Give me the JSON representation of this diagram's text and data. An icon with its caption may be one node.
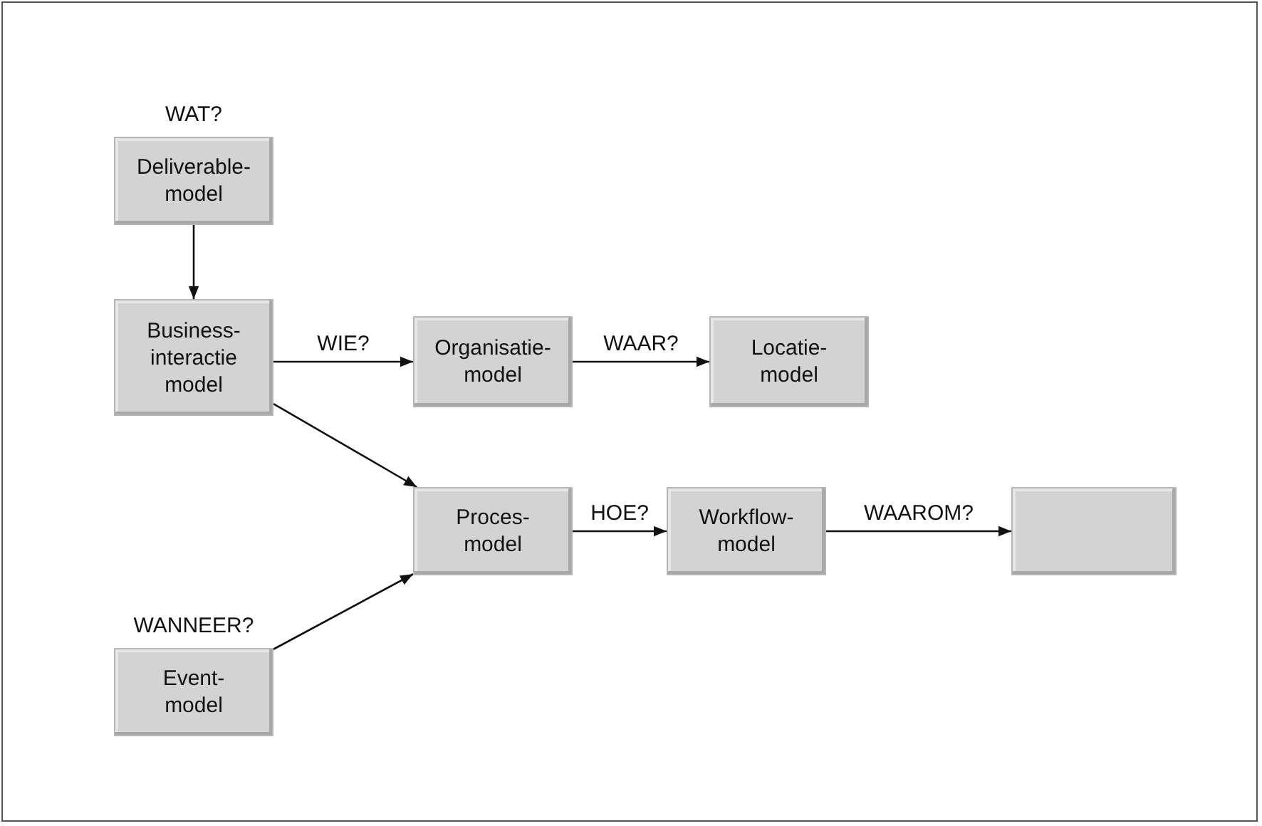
{
  "diagram": {
    "nodes": [
      {
        "text": [
          "Deliverable-model"
        ],
        "beside": [
          "WAT?"
        ]
      },
      {
        "text": [
          "Business-interactie model"
        ]
      },
      {
        "text": [
          "Organisatie-model"
        ]
      },
      {
        "text": [
          "Locatie-model"
        ]
      },
      {
        "text": [
          "Proces-model"
        ]
      },
      {
        "text": [
          "Workflow-model"
        ]
      },
      {
        "text": [],
        "shape": "box"
      },
      {
        "text": [
          "Event-model"
        ],
        "beside": [
          "WANNEER?"
        ]
      }
    ],
    "edges": [
      {
        "from": 0,
        "to": 1,
        "arrow": "to"
      },
      {
        "from": 1,
        "to": 2,
        "arrow": "to",
        "label": "WIE?"
      },
      {
        "from": 2,
        "to": 3,
        "arrow": "to",
        "label": "WAAR?"
      },
      {
        "from": 1,
        "to": 4,
        "arrow": "to"
      },
      {
        "from": 7,
        "to": 4,
        "arrow": "to"
      },
      {
        "from": 4,
        "to": 5,
        "arrow": "to",
        "label": "HOE?"
      },
      {
        "from": 5,
        "to": 6,
        "arrow": "to",
        "label": "WAAROM?"
      }
    ]
  }
}
